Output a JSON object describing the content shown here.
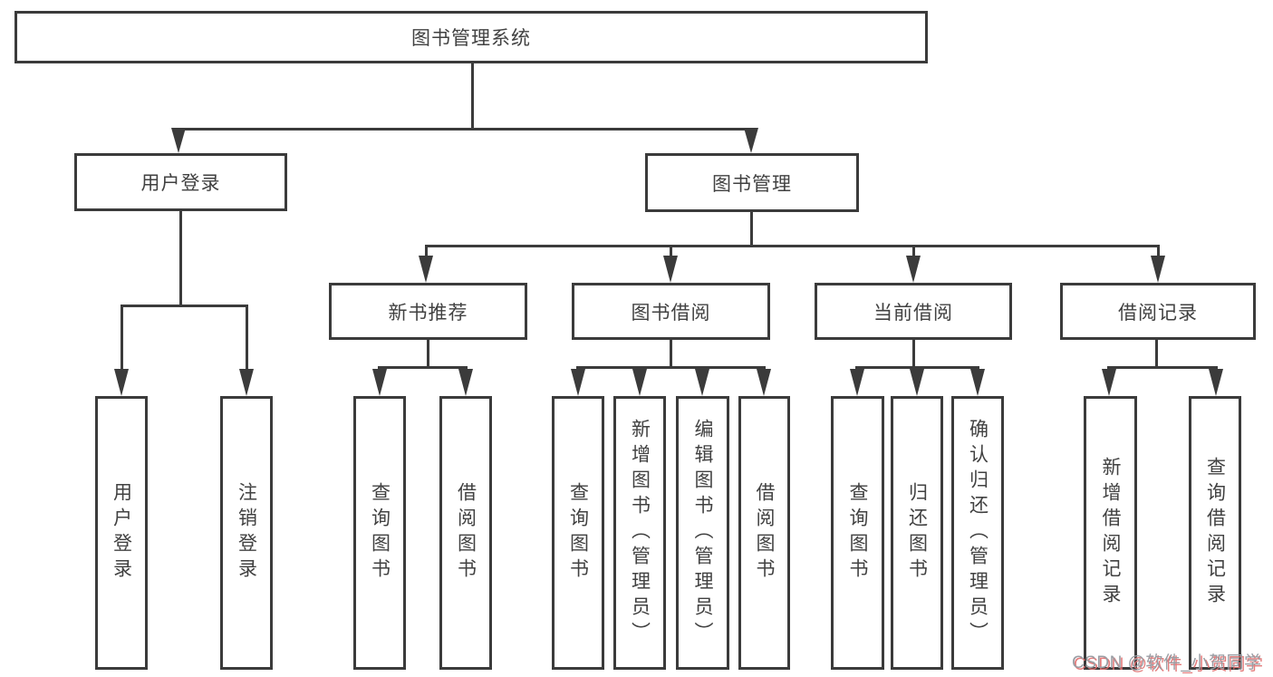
{
  "diagram": {
    "type": "hierarchy-tree",
    "nodes": {
      "root": "图书管理系统",
      "user_login_group": "用户登录",
      "book_management_group": "图书管理",
      "new_book_recommend": "新书推荐",
      "book_borrowing": "图书借阅",
      "current_borrowing": "当前借阅",
      "borrowing_records": "借阅记录",
      "leaf_user_login": "用户登录",
      "leaf_logout": "注销登录",
      "leaf_query_books_recommend": "查询图书",
      "leaf_borrow_books_recommend": "借阅图书",
      "leaf_query_books_borrow": "查询图书",
      "leaf_add_books_admin": "新增图书（管理员）",
      "leaf_edit_books_admin": "编辑图书（管理员）",
      "leaf_borrow_books_borrow": "借阅图书",
      "leaf_query_books_current": "查询图书",
      "leaf_return_books": "归还图书",
      "leaf_confirm_return_admin": "确认归还（管理员）",
      "leaf_add_borrow_record": "新增借阅记录",
      "leaf_query_borrow_record": "查询借阅记录"
    },
    "edges": [
      [
        "图书管理系统",
        "用户登录"
      ],
      [
        "图书管理系统",
        "图书管理"
      ],
      [
        "用户登录",
        "用户登录(叶)"
      ],
      [
        "用户登录",
        "注销登录"
      ],
      [
        "图书管理",
        "新书推荐"
      ],
      [
        "图书管理",
        "图书借阅"
      ],
      [
        "图书管理",
        "当前借阅"
      ],
      [
        "图书管理",
        "借阅记录"
      ],
      [
        "新书推荐",
        "查询图书"
      ],
      [
        "新书推荐",
        "借阅图书"
      ],
      [
        "图书借阅",
        "查询图书"
      ],
      [
        "图书借阅",
        "新增图书（管理员）"
      ],
      [
        "图书借阅",
        "编辑图书（管理员）"
      ],
      [
        "图书借阅",
        "借阅图书"
      ],
      [
        "当前借阅",
        "查询图书"
      ],
      [
        "当前借阅",
        "归还图书"
      ],
      [
        "当前借阅",
        "确认归还（管理员）"
      ],
      [
        "借阅记录",
        "新增借阅记录"
      ],
      [
        "借阅记录",
        "查询借阅记录"
      ]
    ],
    "colors": {
      "line": "#3b3b3b",
      "text": "#414141",
      "box_fill": "#ffffff",
      "background": "#ffffff"
    }
  },
  "watermark": {
    "text": "CSDN @软件_小贺同学",
    "gray": "#9a9ea4",
    "red_shadow": "#e06e6e"
  }
}
